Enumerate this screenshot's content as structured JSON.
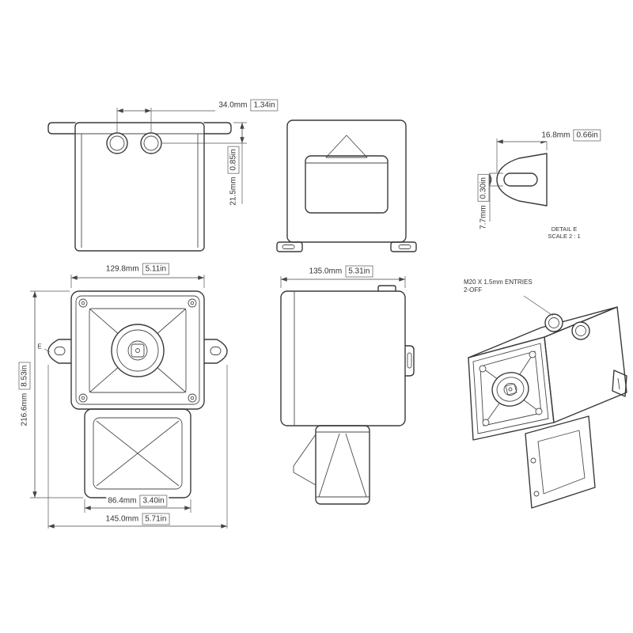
{
  "sheet": {
    "background": "#ffffff",
    "line_color": "#3a3a3a",
    "description": "Multi-view dimensioned technical drawing of an alarm horn sounder"
  },
  "dimensions": {
    "entry_spacing": {
      "mm": "34.0mm",
      "in": "1.34in"
    },
    "entry_depth": {
      "mm": "21.5mm",
      "in": "0.85in"
    },
    "lug_width": {
      "mm": "16.8mm",
      "in": "0.66in"
    },
    "lug_slot": {
      "mm": "7.7mm",
      "in": "0.30in"
    },
    "front_width": {
      "mm": "129.8mm",
      "in": "5.11in"
    },
    "overall_height": {
      "mm": "216.6mm",
      "in": "8.53in"
    },
    "body_width": {
      "mm": "86.4mm",
      "in": "3.40in"
    },
    "overall_width": {
      "mm": "145.0mm",
      "in": "5.71in"
    },
    "depth": {
      "mm": "135.0mm",
      "in": "5.31in"
    }
  },
  "notes": {
    "entries_line1": "M20 X 1.5mm ENTRIES",
    "entries_line2": "2-OFF",
    "detail_title": "DETAIL E",
    "detail_scale": "SCALE 2 : 1",
    "detail_callout": "E"
  }
}
